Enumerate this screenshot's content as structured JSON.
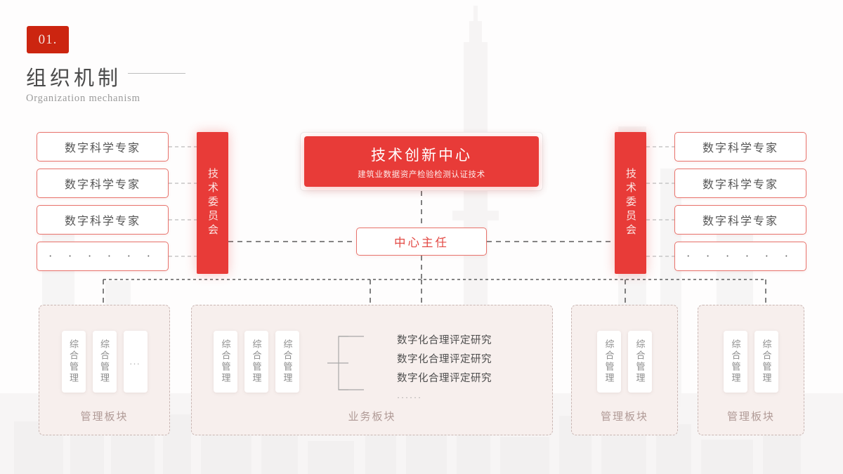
{
  "header": {
    "badge": "01.",
    "title_cn": "组织机制",
    "title_en": "Organization mechanism"
  },
  "colors": {
    "primary_red": "#e83b38",
    "badge_red": "#cc2510",
    "outline_red": "#e8736c",
    "director_text": "#e34a45",
    "panel_fill": "#f7efed",
    "panel_border": "#c9b6b3",
    "panel_label": "#b09a96"
  },
  "hero": {
    "title": "技术创新中心",
    "subtitle": "建筑业数据资产检验检测认证技术"
  },
  "director": {
    "label": "中心主任"
  },
  "committee": {
    "left_label": "技术委员会",
    "right_label": "技术委员会"
  },
  "experts": {
    "left": [
      {
        "label": "数字科学专家",
        "is_dots": false
      },
      {
        "label": "数字科学专家",
        "is_dots": false
      },
      {
        "label": "数字科学专家",
        "is_dots": false
      },
      {
        "label": "· · · · · ·",
        "is_dots": true
      }
    ],
    "right": [
      {
        "label": "数字科学专家",
        "is_dots": false
      },
      {
        "label": "数字科学专家",
        "is_dots": false
      },
      {
        "label": "数字科学专家",
        "is_dots": false
      },
      {
        "label": "· · · · · ·",
        "is_dots": true
      }
    ]
  },
  "panels": [
    {
      "label": "管理板块",
      "cards": [
        "综合管理",
        "综合管理",
        "..."
      ]
    },
    {
      "label": "业务板块",
      "cards": [
        "综合管理",
        "综合管理",
        "综合管理"
      ],
      "research": [
        "数字化合理评定研究",
        "数字化合理评定研究",
        "数字化合理评定研究",
        "······"
      ]
    },
    {
      "label": "管理板块",
      "cards": [
        "综合管理",
        "综合管理"
      ]
    },
    {
      "label": "管理板块",
      "cards": [
        "综合管理",
        "综合管理"
      ]
    }
  ]
}
